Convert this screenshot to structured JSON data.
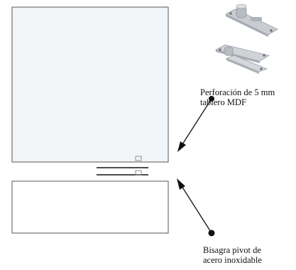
{
  "colors": {
    "panel_fill": "#f2f6f9",
    "outline": "#555555",
    "ink": "#111111",
    "hinge_metal": "#c9cdd2"
  },
  "labels": {
    "perforation": {
      "line1": "Perforación de 5 mm",
      "line2": "tablero MDF"
    },
    "pivot_hinge": {
      "line1": "Bisagra pivot de",
      "line2": "acero inoxidable"
    }
  }
}
